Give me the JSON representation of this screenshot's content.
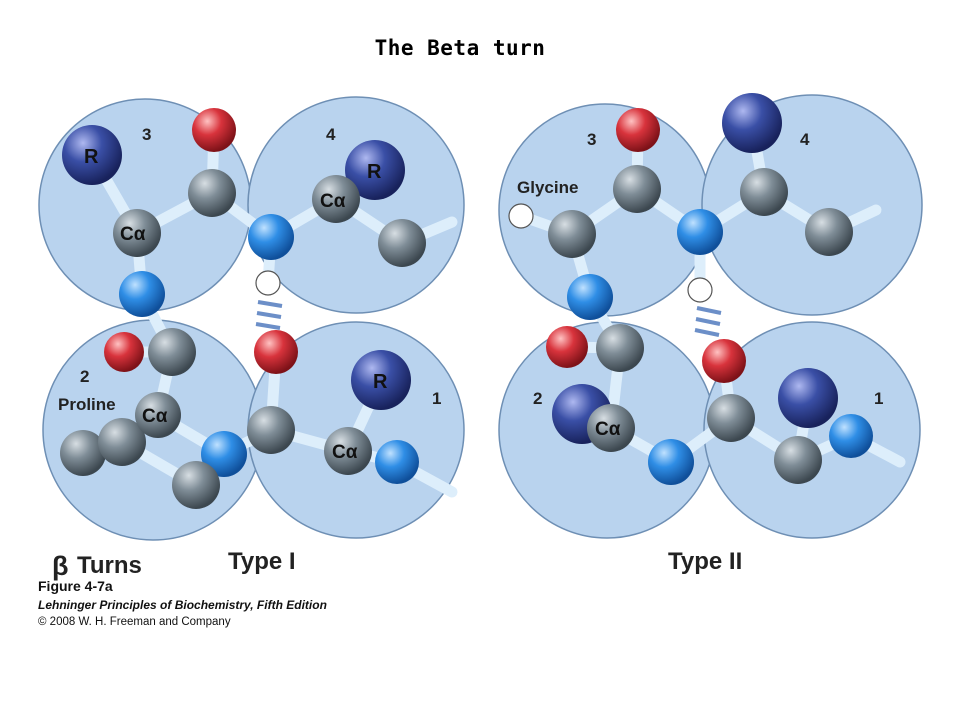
{
  "title": "The Beta turn",
  "panel_heading": {
    "symbol": "β",
    "word": "Turns"
  },
  "types": {
    "left": "Type I",
    "right": "Type II"
  },
  "residue_numbers": {
    "n1": "1",
    "n2": "2",
    "n3": "3",
    "n4": "4"
  },
  "residue_names": {
    "proline": "Proline",
    "glycine": "Glycine"
  },
  "atom_labels": {
    "r_group": "R",
    "c_alpha": "Cα"
  },
  "caption": {
    "figure": "Figure 4-7a",
    "book": "Lehninger Principles of Biochemistry, Fifth Edition",
    "copyright": "© 2008 W. H. Freeman and Company"
  },
  "colors": {
    "sphere_fill": "#b9d3ee",
    "sphere_stroke": "#6e8fb4",
    "carbon": "#7a8892",
    "nitrogen": "#2f8ee6",
    "oxygen": "#d8333c",
    "r_group": "#3a4fa6",
    "hydrogen": "#ffffff",
    "bond": "#ddeefb",
    "hbond": "#6c8fc8"
  }
}
